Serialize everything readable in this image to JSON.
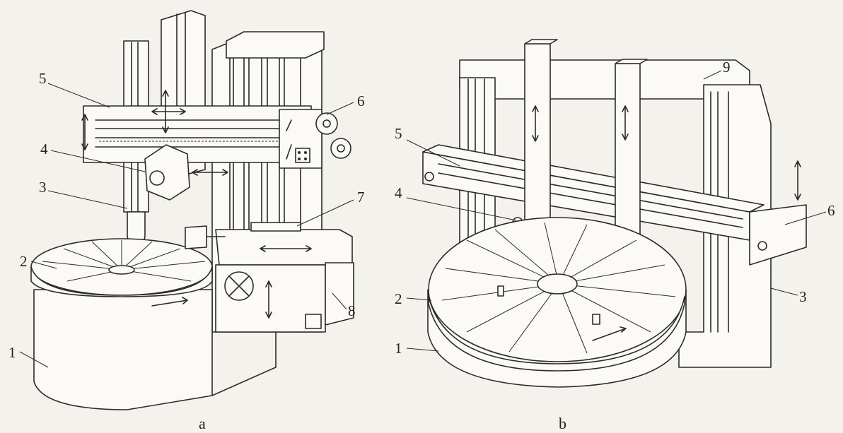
{
  "figure_a": {
    "caption": "a",
    "labels": [
      "1",
      "2",
      "3",
      "4",
      "5",
      "6",
      "7",
      "8"
    ]
  },
  "figure_b": {
    "caption": "b",
    "labels": [
      "1",
      "2",
      "3",
      "4",
      "5",
      "6",
      "9"
    ]
  }
}
